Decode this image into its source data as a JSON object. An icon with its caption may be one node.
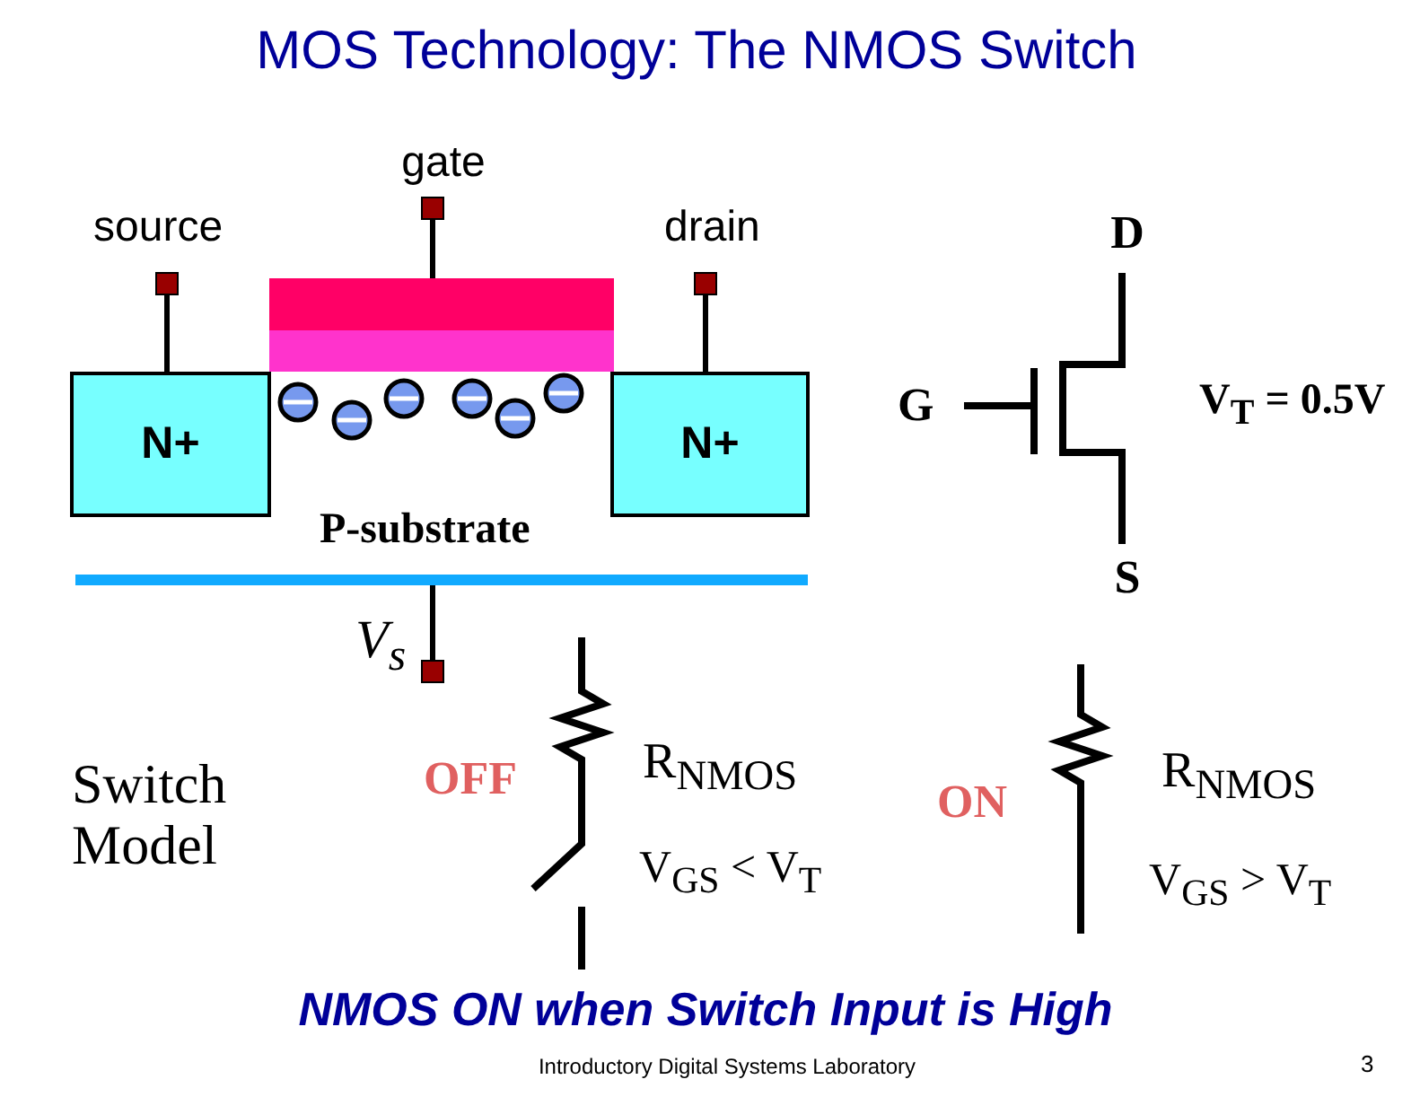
{
  "diagram": {
    "title": "MOS Technology: The NMOS Switch",
    "caption": "NMOS ON when Switch Input is High",
    "nodes": [
      {
        "text": [
          "N+"
        ]
      },
      {
        "text": [
          "N+"
        ]
      }
    ],
    "labels": [
      "gate",
      "source",
      "drain",
      "D",
      "G",
      "V$_{T}$ = 0.5V",
      "P-substrate",
      "S",
      "V$_{s}$",
      "Switch Model",
      "OFF",
      "R$_{NMOS}$",
      "ON",
      "R$_{NMOS}$",
      "V$_{GS}$ < V$_{T}$",
      "V$_{GS}$ > V$_{T}$",
      "Introductory Digital Systems Laboratory",
      "3"
    ]
  }
}
